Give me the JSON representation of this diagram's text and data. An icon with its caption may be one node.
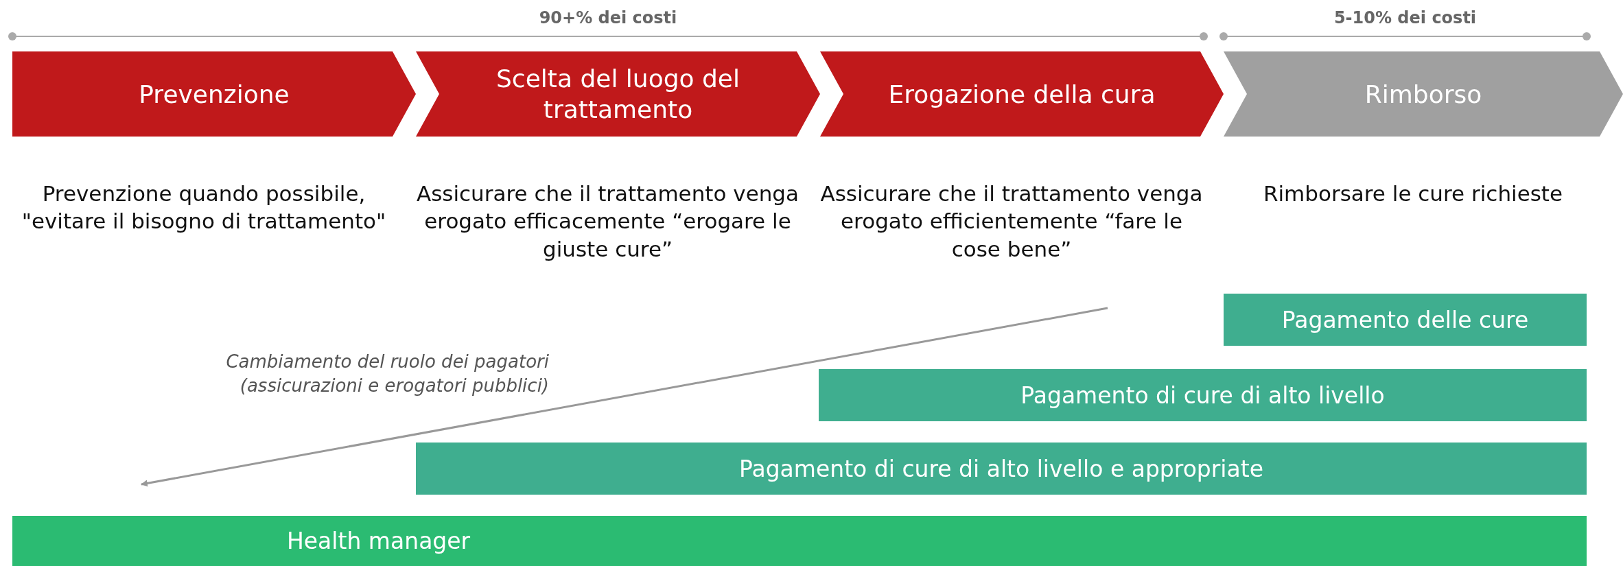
{
  "diagram": {
    "nodes": [
      {
        "text": [
          "Prevenzione"
        ],
        "beside": [
          "Prevenzione quando possibile, \"evitare il bisogno di trattamento\""
        ]
      },
      {
        "text": [
          "Scelta del luogo del trattamento"
        ],
        "beside": [
          "Assicurare che il trattamento venga erogato efficacemente “erogare le giuste cure”"
        ]
      },
      {
        "text": [
          "Erogazione della cura"
        ],
        "beside": [
          "Assicurare che il trattamento venga erogato efficientemente “fare le cose bene”"
        ]
      },
      {
        "text": [
          "Rimborso"
        ],
        "beside": [
          "Rimborsare le cure richieste"
        ]
      },
      {
        "text": [
          "Pagamento delle cure"
        ]
      },
      {
        "text": [
          "Pagamento di cure di alto livello"
        ]
      },
      {
        "text": [
          "Pagamento di cure di alto livello e appropriate"
        ]
      },
      {
        "text": [
          "Health manager"
        ]
      }
    ],
    "labels": [
      "90+% dei costi",
      "5-10% dei costi",
      "Cambiamento del ruolo dei pagatori (assicurazioni e erogatori pubblici)"
    ]
  }
}
